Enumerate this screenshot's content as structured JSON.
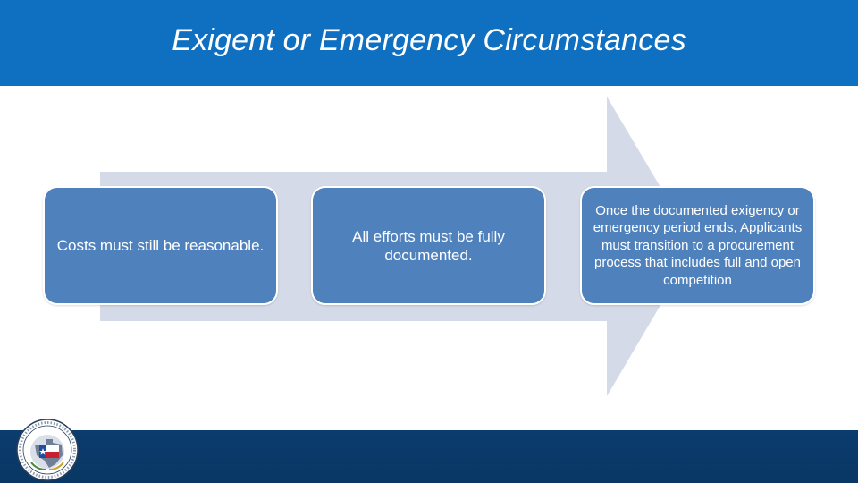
{
  "header": {
    "title": "Exigent or Emergency Circumstances"
  },
  "steps": [
    {
      "text": "Costs must still be reasonable."
    },
    {
      "text": "All efforts must be fully documented."
    },
    {
      "text": "Once the documented exigency or emergency period ends, Applicants must transition to a procurement process that includes full and open competition"
    }
  ],
  "colors": {
    "header_bg": "#0f6fc1",
    "box_fill": "#4f81bd",
    "arrow_fill": "#d4dae8",
    "footer_bg": "#0b3c6e"
  },
  "icons": {
    "logo": "state-seal-icon"
  }
}
